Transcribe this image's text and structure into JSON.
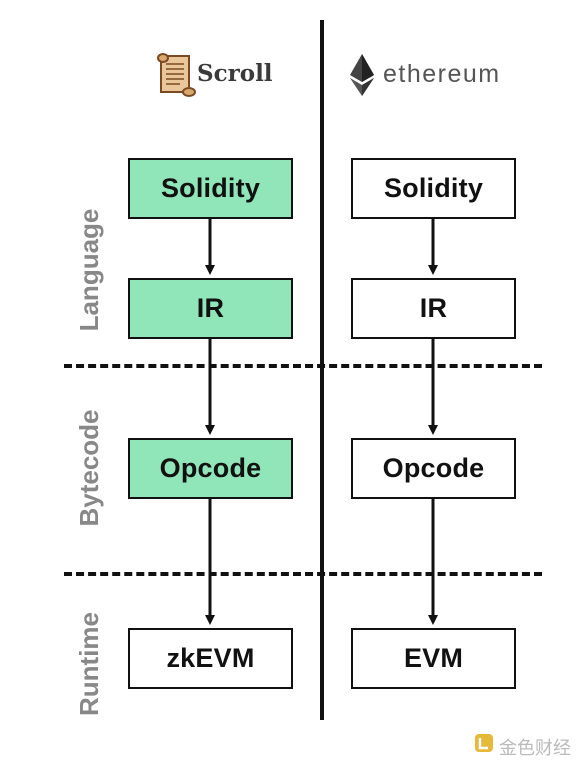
{
  "left_header": {
    "brand": "Scroll",
    "icon": "scroll-parchment-icon"
  },
  "right_header": {
    "brand": "ethereum",
    "icon": "ethereum-diamond-icon"
  },
  "layers": {
    "language": "Language",
    "bytecode": "Bytecode",
    "runtime": "Runtime"
  },
  "scroll_stack": [
    "Solidity",
    "IR",
    "Opcode",
    "zkEVM"
  ],
  "ethereum_stack": [
    "Solidity",
    "IR",
    "Opcode",
    "EVM"
  ],
  "colors": {
    "scroll_highlight": "#90e6b9",
    "line": "#111111",
    "label": "#888888"
  },
  "watermark": "金色财经"
}
